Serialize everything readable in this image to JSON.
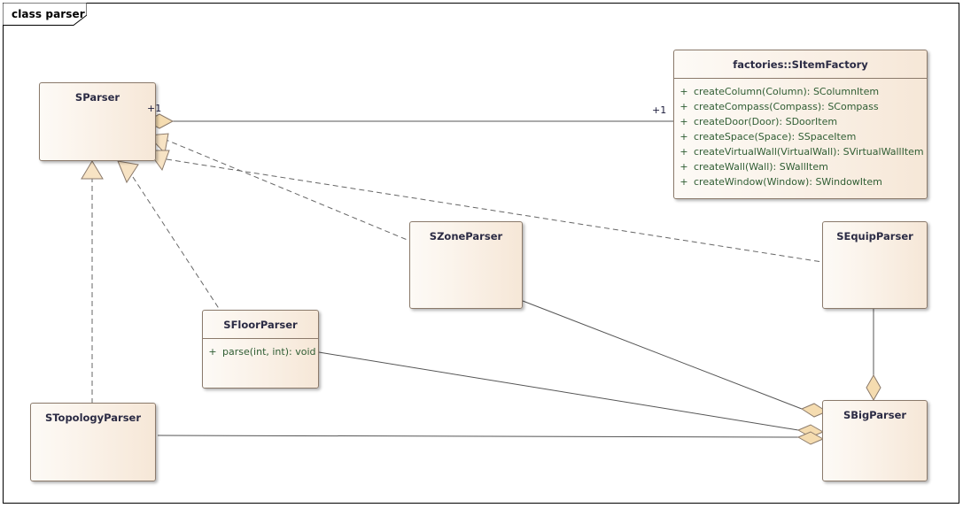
{
  "diagram": {
    "frame_label": "class parser",
    "type": "uml-class-diagram",
    "colors": {
      "node_border": "#8b7a6b",
      "node_fill_light": "#fdfaf6",
      "node_fill_dark": "#f6e7d7",
      "title_text": "#2b2b44",
      "feature_text": "#2f5d33",
      "connector": "#555555",
      "adornment_fill": "#f5dcb0",
      "frame_border": "#000000"
    }
  },
  "nodes": [
    {
      "id": "sparser",
      "title": "SParser",
      "features": []
    },
    {
      "id": "sitemfactory",
      "title": "factories::SItemFactory",
      "features": [
        {
          "visibility": "+",
          "signature": "createColumn(Column): SColumnItem"
        },
        {
          "visibility": "+",
          "signature": "createCompass(Compass): SCompass"
        },
        {
          "visibility": "+",
          "signature": "createDoor(Door): SDoorItem"
        },
        {
          "visibility": "+",
          "signature": "createSpace(Space): SSpaceItem"
        },
        {
          "visibility": "+",
          "signature": "createVirtualWall(VirtualWall): SVirtualWallItem"
        },
        {
          "visibility": "+",
          "signature": "createWall(Wall): SWallItem"
        },
        {
          "visibility": "+",
          "signature": "createWindow(Window): SWindowItem"
        }
      ]
    },
    {
      "id": "szoneparser",
      "title": "SZoneParser",
      "features": []
    },
    {
      "id": "sequipparser",
      "title": "SEquipParser",
      "features": []
    },
    {
      "id": "sfloorparser",
      "title": "SFloorParser",
      "features": [
        {
          "visibility": "+",
          "signature": "parse(int, int): void"
        }
      ]
    },
    {
      "id": "stopologyparser",
      "title": "STopologyParser",
      "features": []
    },
    {
      "id": "sbigparser",
      "title": "SBigParser",
      "features": []
    }
  ],
  "multiplicities": [
    {
      "id": "sparser-end",
      "label": "+1"
    },
    {
      "id": "factory-end",
      "label": "+1"
    }
  ],
  "relationships": [
    {
      "from": "sparser",
      "to": "sitemfactory",
      "kind": "aggregation",
      "style": "solid"
    },
    {
      "from": "szoneparser",
      "to": "sparser",
      "kind": "realization",
      "style": "dashed"
    },
    {
      "from": "sequipparser",
      "to": "sparser",
      "kind": "realization",
      "style": "dashed"
    },
    {
      "from": "sfloorparser",
      "to": "sparser",
      "kind": "realization",
      "style": "dashed"
    },
    {
      "from": "stopologyparser",
      "to": "sparser",
      "kind": "realization",
      "style": "dashed"
    },
    {
      "from": "sbigparser",
      "to": "sequipparser",
      "kind": "aggregation",
      "style": "solid"
    },
    {
      "from": "sbigparser",
      "to": "szoneparser",
      "kind": "aggregation",
      "style": "solid"
    },
    {
      "from": "sbigparser",
      "to": "sfloorparser",
      "kind": "aggregation",
      "style": "solid"
    },
    {
      "from": "sbigparser",
      "to": "stopologyparser",
      "kind": "aggregation",
      "style": "solid"
    }
  ]
}
